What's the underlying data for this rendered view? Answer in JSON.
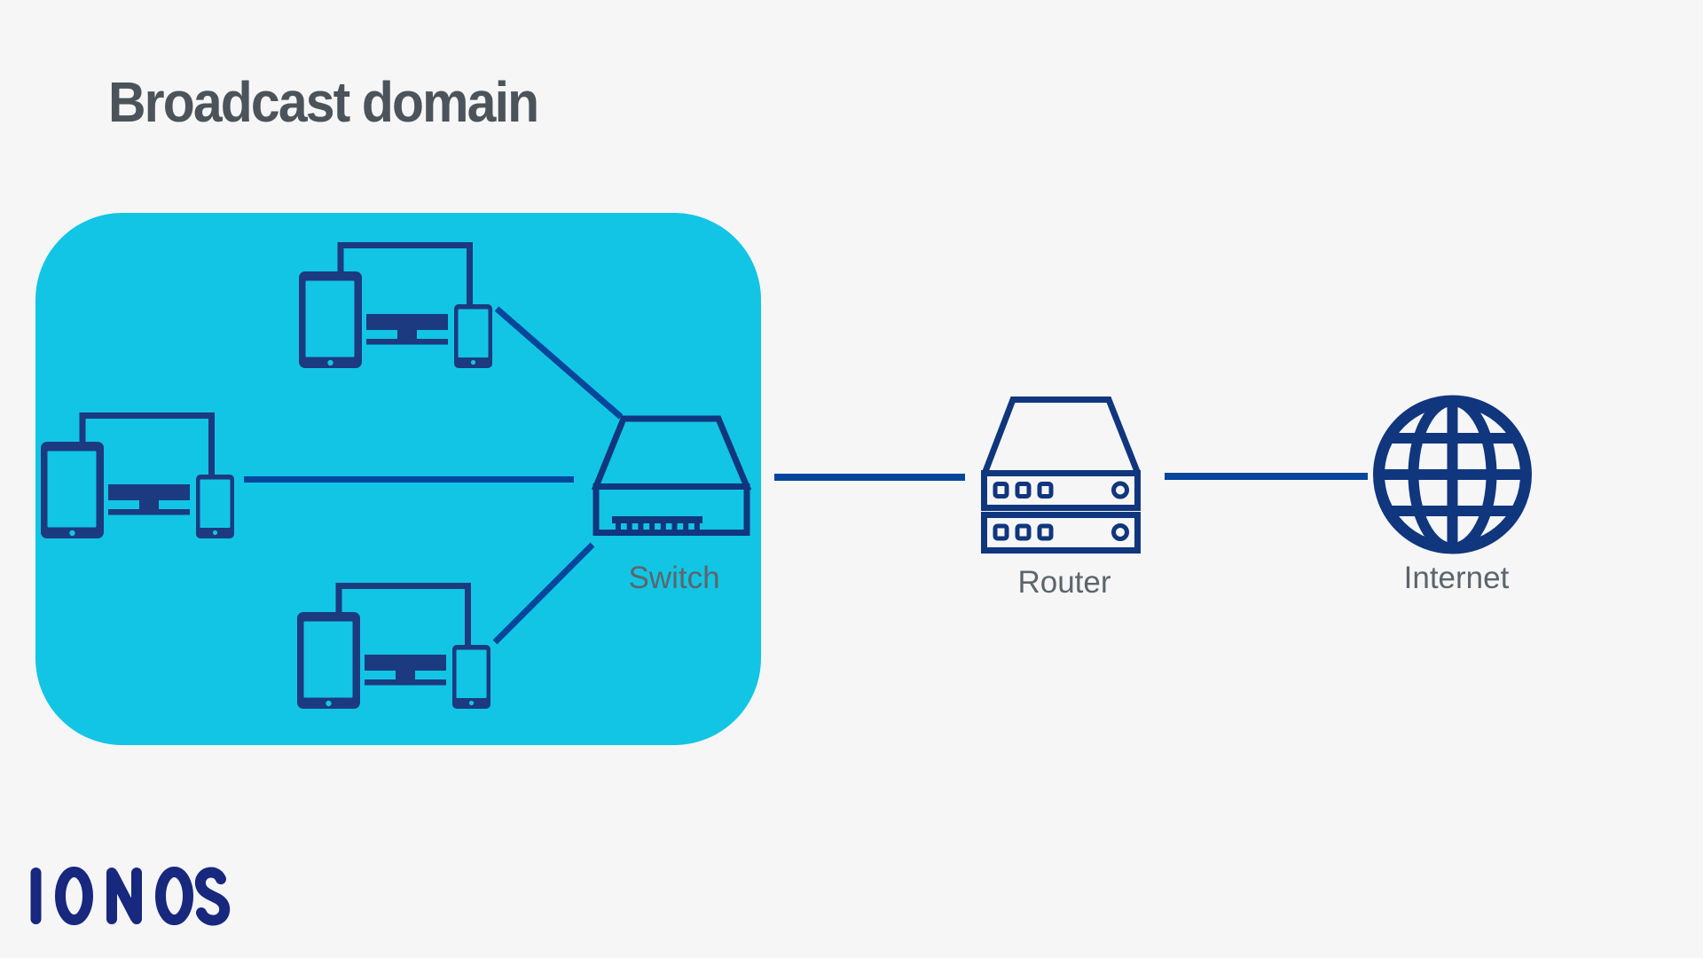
{
  "title": {
    "text": "Broadcast domain"
  },
  "colors": {
    "background": "#f6f6f7",
    "broadcast_box": "#12c5e4",
    "device_navy": "#1b3a80",
    "outline_navy": "#10367e",
    "line_blue": "#05469c",
    "title_gray": "#4b545a",
    "label_gray": "#5c656c",
    "logo_blue": "#17287e"
  },
  "diagram": {
    "broadcast_domain": {
      "device_groups": [
        {
          "id": "group-top",
          "devices": [
            "tablet",
            "desktop-monitor",
            "smartphone"
          ],
          "connected_to": "switch"
        },
        {
          "id": "group-left",
          "devices": [
            "tablet",
            "desktop-monitor",
            "smartphone"
          ],
          "connected_to": "switch"
        },
        {
          "id": "group-bottom",
          "devices": [
            "tablet",
            "desktop-monitor",
            "smartphone"
          ],
          "connected_to": "switch"
        }
      ]
    },
    "nodes": [
      {
        "id": "switch",
        "label": "Switch"
      },
      {
        "id": "router",
        "label": "Router"
      },
      {
        "id": "internet",
        "label": "Internet"
      }
    ],
    "edges": [
      {
        "from": "group-top",
        "to": "switch"
      },
      {
        "from": "group-left",
        "to": "switch"
      },
      {
        "from": "group-bottom",
        "to": "switch"
      },
      {
        "from": "switch",
        "to": "router"
      },
      {
        "from": "router",
        "to": "internet"
      }
    ]
  },
  "logo": {
    "text": "IONOS"
  }
}
